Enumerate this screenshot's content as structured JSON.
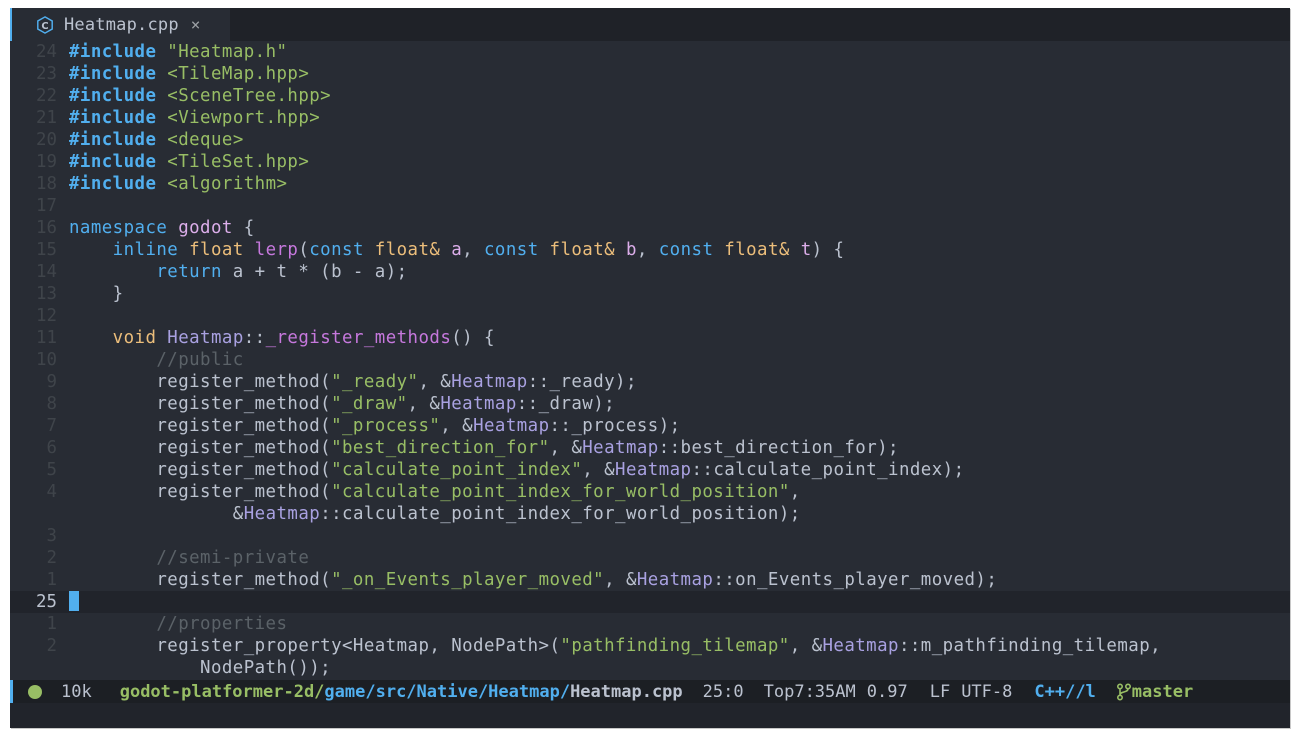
{
  "tab": {
    "icon": "cpp-file-icon",
    "label": "Heatmap.cpp",
    "close": "×"
  },
  "editor": {
    "lines": [
      {
        "n": "24",
        "segs": [
          [
            "pre",
            "#include"
          ],
          [
            "",
            ""
          ],
          [
            " str",
            "\"Heatmap.h\""
          ]
        ]
      },
      {
        "n": "23",
        "segs": [
          [
            "pre",
            "#include"
          ],
          [
            "str",
            " <TileMap.hpp>"
          ]
        ]
      },
      {
        "n": "22",
        "segs": [
          [
            "pre",
            "#include"
          ],
          [
            "str",
            " <SceneTree.hpp>"
          ]
        ]
      },
      {
        "n": "21",
        "segs": [
          [
            "pre",
            "#include"
          ],
          [
            "str",
            " <Viewport.hpp>"
          ]
        ]
      },
      {
        "n": "20",
        "segs": [
          [
            "pre",
            "#include"
          ],
          [
            "str",
            " <deque>"
          ]
        ]
      },
      {
        "n": "19",
        "segs": [
          [
            "pre",
            "#include"
          ],
          [
            "str",
            " <TileSet.hpp>"
          ]
        ]
      },
      {
        "n": "18",
        "segs": [
          [
            "pre",
            "#include"
          ],
          [
            "str",
            " <algorithm>"
          ]
        ]
      },
      {
        "n": "17",
        "segs": []
      },
      {
        "n": "16",
        "segs": [
          [
            "kw",
            "namespace"
          ],
          [
            "",
            " "
          ],
          [
            "var",
            "godot"
          ],
          [
            "",
            " {"
          ]
        ]
      },
      {
        "n": "15",
        "segs": [
          [
            "kw",
            "    inline"
          ],
          [
            "",
            " "
          ],
          [
            "type",
            "float"
          ],
          [
            "",
            " "
          ],
          [
            "fn",
            "lerp"
          ],
          [
            "",
            "("
          ],
          [
            "kw",
            "const"
          ],
          [
            "",
            " "
          ],
          [
            "type",
            "float&"
          ],
          [
            "",
            " "
          ],
          [
            "var",
            "a"
          ],
          [
            "",
            ", "
          ],
          [
            "kw",
            "const"
          ],
          [
            "",
            " "
          ],
          [
            "type",
            "float&"
          ],
          [
            "",
            " "
          ],
          [
            "var",
            "b"
          ],
          [
            "",
            ", "
          ],
          [
            "kw",
            "const"
          ],
          [
            "",
            " "
          ],
          [
            "type",
            "float&"
          ],
          [
            "",
            " "
          ],
          [
            "var",
            "t"
          ],
          [
            "",
            ") {"
          ]
        ]
      },
      {
        "n": "14",
        "segs": [
          [
            "kw",
            "        return"
          ],
          [
            "",
            " a + t * (b - a);"
          ]
        ]
      },
      {
        "n": "13",
        "segs": [
          [
            "",
            "    }"
          ]
        ]
      },
      {
        "n": "12",
        "segs": []
      },
      {
        "n": "11",
        "segs": [
          [
            "type",
            "    void"
          ],
          [
            "",
            " "
          ],
          [
            "cls",
            "Heatmap"
          ],
          [
            "",
            "::"
          ],
          [
            "fn",
            "_register_methods"
          ],
          [
            "",
            "() {"
          ]
        ]
      },
      {
        "n": "10",
        "segs": [
          [
            "cmt",
            "        //public"
          ]
        ]
      },
      {
        "n": "9",
        "segs": [
          [
            "",
            "        register_method("
          ],
          [
            "str",
            "\"_ready\""
          ],
          [
            "",
            ", &"
          ],
          [
            "cls",
            "Heatmap"
          ],
          [
            "",
            "::_ready);"
          ]
        ]
      },
      {
        "n": "8",
        "segs": [
          [
            "",
            "        register_method("
          ],
          [
            "str",
            "\"_draw\""
          ],
          [
            "",
            ", &"
          ],
          [
            "cls",
            "Heatmap"
          ],
          [
            "",
            "::_draw);"
          ]
        ]
      },
      {
        "n": "7",
        "segs": [
          [
            "",
            "        register_method("
          ],
          [
            "str",
            "\"_process\""
          ],
          [
            "",
            ", &"
          ],
          [
            "cls",
            "Heatmap"
          ],
          [
            "",
            "::_process);"
          ]
        ]
      },
      {
        "n": "6",
        "segs": [
          [
            "",
            "        register_method("
          ],
          [
            "str",
            "\"best_direction_for\""
          ],
          [
            "",
            ", &"
          ],
          [
            "cls",
            "Heatmap"
          ],
          [
            "",
            "::best_direction_for);"
          ]
        ]
      },
      {
        "n": "5",
        "segs": [
          [
            "",
            "        register_method("
          ],
          [
            "str",
            "\"calculate_point_index\""
          ],
          [
            "",
            ", &"
          ],
          [
            "cls",
            "Heatmap"
          ],
          [
            "",
            "::calculate_point_index);"
          ]
        ]
      },
      {
        "n": "4",
        "segs": [
          [
            "",
            "        register_method("
          ],
          [
            "str",
            "\"calculate_point_index_for_world_position\""
          ],
          [
            "",
            ","
          ]
        ]
      },
      {
        "n": "",
        "segs": [
          [
            "",
            "               &"
          ],
          [
            "cls",
            "Heatmap"
          ],
          [
            "",
            "::calculate_point_index_for_world_position);"
          ]
        ]
      },
      {
        "n": "3",
        "segs": []
      },
      {
        "n": "2",
        "segs": [
          [
            "cmt",
            "        //semi-private"
          ]
        ]
      },
      {
        "n": "1",
        "segs": [
          [
            "",
            "        register_method("
          ],
          [
            "str",
            "\"_on_Events_player_moved\""
          ],
          [
            "",
            ", &"
          ],
          [
            "cls",
            "Heatmap"
          ],
          [
            "",
            "::on_Events_player_moved);"
          ]
        ]
      },
      {
        "n": "25",
        "current": true,
        "segs": []
      },
      {
        "n": "1",
        "segs": [
          [
            "cmt",
            "        //properties"
          ]
        ]
      },
      {
        "n": "2",
        "segs": [
          [
            "",
            "        register_property<Heatmap, NodePath>("
          ],
          [
            "str",
            "\"pathfinding_tilemap\""
          ],
          [
            "",
            ", &"
          ],
          [
            "cls",
            "Heatmap"
          ],
          [
            "",
            "::m_pathfinding_tilemap,"
          ]
        ]
      },
      {
        "n": "",
        "segs": [
          [
            "",
            "            NodePath());"
          ]
        ]
      }
    ]
  },
  "status": {
    "indicator_color": "#98be65",
    "size": "10k",
    "project": "godot-platformer-2d/",
    "dir": "game/src/Native/Heatmap/",
    "file": "Heatmap.cpp",
    "position": "25:0",
    "scroll": "Top",
    "time": "7:35AM",
    "load": "0.97",
    "eol": "LF",
    "encoding": "UTF-8",
    "mode": "C++//l",
    "branch_icon": "git-branch-icon",
    "branch": "master"
  },
  "colors": {
    "accent": "#51afef",
    "string": "#98be65",
    "type": "#ecbe7b",
    "function": "#c678dd",
    "class": "#a9a1e1",
    "comment": "#5b6268",
    "background": "#282c34"
  }
}
